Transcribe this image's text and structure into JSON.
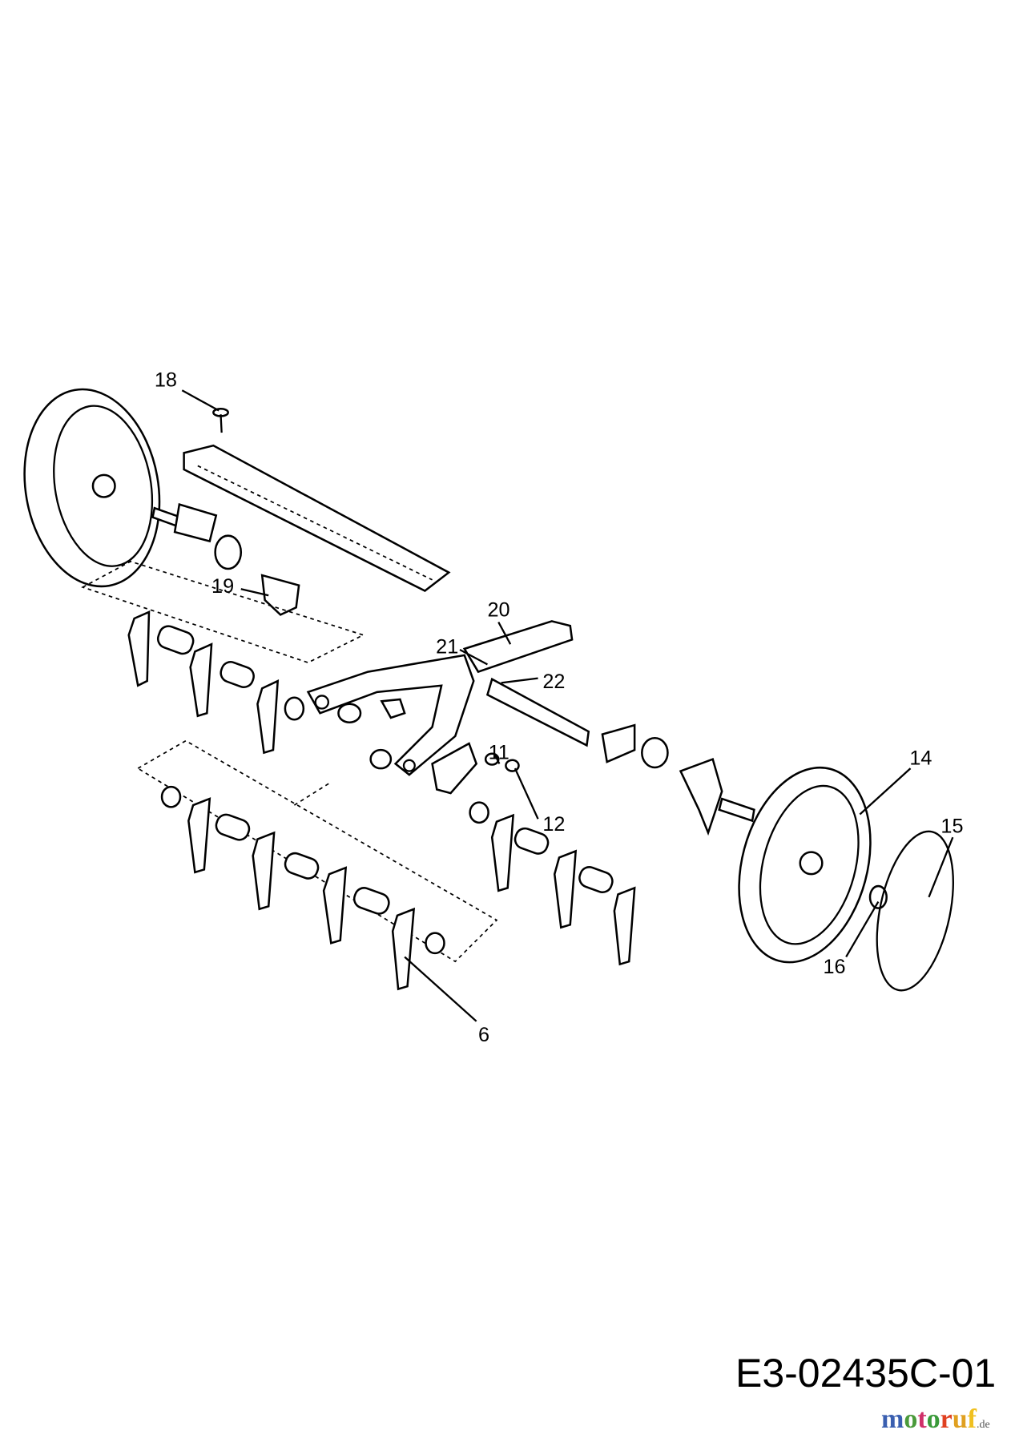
{
  "callouts": [
    "18",
    "19",
    "20",
    "21",
    "22",
    "11",
    "12",
    "14",
    "15",
    "16",
    "6"
  ],
  "drawing_code": "E3-02435C-01",
  "watermark": {
    "text": "motoruf",
    "suffix": ".de",
    "colors": [
      "#3a5fb0",
      "#4a9a3a",
      "#d0306a",
      "#3a9a3a",
      "#e04020",
      "#e0a020",
      "#f0c020"
    ]
  }
}
